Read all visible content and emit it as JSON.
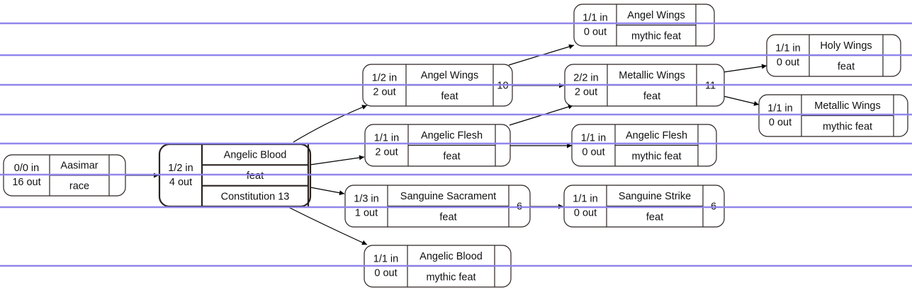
{
  "nodes": [
    {
      "id": "aasimar",
      "io": [
        "0/0 in",
        "16 out"
      ],
      "cells": [
        "Aasimar",
        "race"
      ],
      "badge": ""
    },
    {
      "id": "angelic-blood",
      "io": [
        "1/2 in",
        "4 out"
      ],
      "cells": [
        "Angelic Blood",
        "feat",
        "Constitution 13"
      ],
      "badge": "",
      "emphasis": true
    },
    {
      "id": "angel-wings-feat",
      "io": [
        "1/2 in",
        "2 out"
      ],
      "cells": [
        "Angel Wings",
        "feat"
      ],
      "badge": "10"
    },
    {
      "id": "angelic-flesh-feat",
      "io": [
        "1/1 in",
        "2 out"
      ],
      "cells": [
        "Angelic Flesh",
        "feat"
      ],
      "badge": ""
    },
    {
      "id": "sanguine-sacrament",
      "io": [
        "1/3 in",
        "1 out"
      ],
      "cells": [
        "Sanguine Sacrament",
        "feat"
      ],
      "badge": "6"
    },
    {
      "id": "angelic-blood-mythic",
      "io": [
        "1/1 in",
        "0 out"
      ],
      "cells": [
        "Angelic Blood",
        "mythic feat"
      ],
      "badge": ""
    },
    {
      "id": "angel-wings-mythic",
      "io": [
        "1/1 in",
        "0 out"
      ],
      "cells": [
        "Angel Wings",
        "mythic feat"
      ],
      "badge": ""
    },
    {
      "id": "metallic-wings-feat",
      "io": [
        "2/2 in",
        "2 out"
      ],
      "cells": [
        "Metallic Wings",
        "feat"
      ],
      "badge": "11"
    },
    {
      "id": "angelic-flesh-mythic",
      "io": [
        "1/1 in",
        "0 out"
      ],
      "cells": [
        "Angelic Flesh",
        "mythic feat"
      ],
      "badge": ""
    },
    {
      "id": "sanguine-strike",
      "io": [
        "1/1 in",
        "0 out"
      ],
      "cells": [
        "Sanguine Strike",
        "feat"
      ],
      "badge": "6"
    },
    {
      "id": "holy-wings",
      "io": [
        "1/1 in",
        "0 out"
      ],
      "cells": [
        "Holy Wings",
        "feat"
      ],
      "badge": ""
    },
    {
      "id": "metallic-wings-mythic",
      "io": [
        "1/1 in",
        "0 out"
      ],
      "cells": [
        "Metallic Wings",
        "mythic feat"
      ],
      "badge": ""
    }
  ],
  "edges": [
    {
      "from": "aasimar",
      "to": "angelic-blood"
    },
    {
      "from": "angelic-blood",
      "to": "angel-wings-feat"
    },
    {
      "from": "angelic-blood",
      "to": "angelic-flesh-feat"
    },
    {
      "from": "angelic-blood",
      "to": "sanguine-sacrament"
    },
    {
      "from": "angelic-blood",
      "to": "angelic-blood-mythic"
    },
    {
      "from": "angel-wings-feat",
      "to": "angel-wings-mythic"
    },
    {
      "from": "angel-wings-feat",
      "to": "metallic-wings-feat"
    },
    {
      "from": "angelic-flesh-feat",
      "to": "metallic-wings-feat"
    },
    {
      "from": "angelic-flesh-feat",
      "to": "angelic-flesh-mythic"
    },
    {
      "from": "sanguine-sacrament",
      "to": "sanguine-strike"
    },
    {
      "from": "metallic-wings-feat",
      "to": "holy-wings"
    },
    {
      "from": "metallic-wings-feat",
      "to": "metallic-wings-mythic"
    }
  ],
  "colors": {
    "node_stroke": "#2b2320",
    "edge": "#000000",
    "text": "#111111",
    "overlay_line": "#8b80ea"
  }
}
